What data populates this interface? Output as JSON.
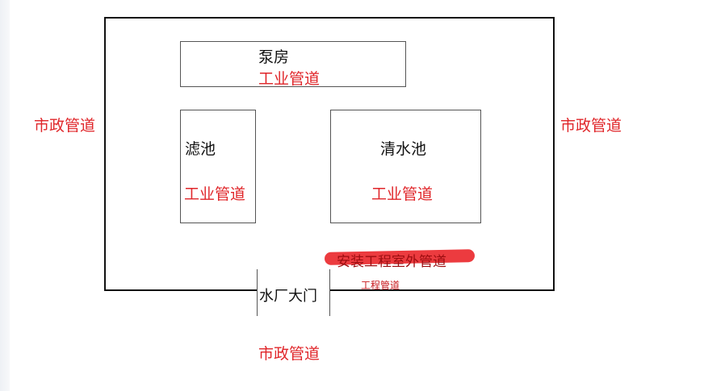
{
  "boundary": {
    "left_label": "市政管道",
    "right_label": "市政管道",
    "bottom_label": "市政管道"
  },
  "pump_room": {
    "name": "泵房",
    "pipe": "工业管道"
  },
  "filter_tank": {
    "name": "滤池",
    "pipe": "工业管道"
  },
  "clear_water_tank": {
    "name": "清水池",
    "pipe": "工业管道"
  },
  "gate": {
    "name": "水厂大门"
  },
  "annotations": {
    "crossed_out": "安装工程室外管道",
    "small_label": "工程管道"
  },
  "colors": {
    "accent": "#e0262a",
    "line": "#111111"
  }
}
